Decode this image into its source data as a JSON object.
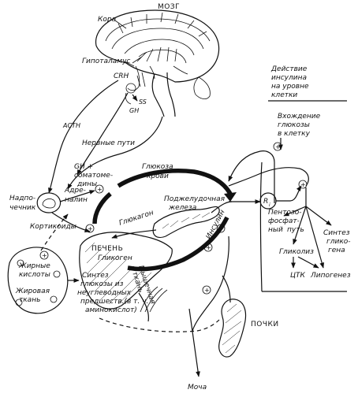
{
  "labels": {
    "brain": "МОЗГ",
    "cortex": "Кора",
    "hypothalamus": "Гипоталамус",
    "crh": "CRH",
    "ss": "SS",
    "gh": "GH",
    "acth": "ACTH",
    "nerve_paths": "Нервные пути",
    "insulin_action_1": "Действие",
    "insulin_action_2": "инсулина",
    "insulin_action_3": "на уровне",
    "insulin_action_4": "клетки",
    "glucose_entry_1": "Вхождение",
    "glucose_entry_2": "глюкозы",
    "glucose_entry_3": "в клетку",
    "gh_somato_1": "GH +",
    "gh_somato_2": "соматоме-",
    "gh_somato_3": "дины",
    "blood_glucose_1": "Глюкоза",
    "blood_glucose_2": "крови",
    "adrenal_1": "Надпо-",
    "adrenal_2": "чечник",
    "adrenaline_1": "Адре-",
    "adrenaline_2": "налин",
    "corticoids": "Кортикоиды",
    "pancreas_1": "Поджелудочная",
    "pancreas_2": "железа",
    "glucagon": "Глюкагон",
    "insulin": "Инсулин",
    "receptor": "R",
    "receptor_sub": "i",
    "pentose_1": "Пентозо-",
    "pentose_2": "фосфат-",
    "pentose_3": "ный",
    "pentose_4": "путь",
    "glycogen_synth_1": "Синтез",
    "glycogen_synth_2": "глико-",
    "glycogen_synth_3": "гена",
    "glycolysis": "Гликолиз",
    "tca": "ЦТК",
    "lipogenesis": "Липогенез",
    "liver": "ПЕЧЕНЬ",
    "glycogen": "Гликоген",
    "synthesis_1": "Синтез",
    "synthesis_2": "глюкозы из",
    "synthesis_3": "неуглеводных",
    "synthesis_4": "предшеств.(в т. ч.",
    "synthesis_5": "аминокислот)",
    "fatty_1": "Жирные",
    "fatty_2": "кислоты",
    "adipose_1": "Жировая",
    "adipose_2": "ткань",
    "muscle_1": "Мышечная",
    "muscle_2": "ткань",
    "kidneys": "ПОЧКИ",
    "urine": "Моча",
    "plus": "+"
  }
}
